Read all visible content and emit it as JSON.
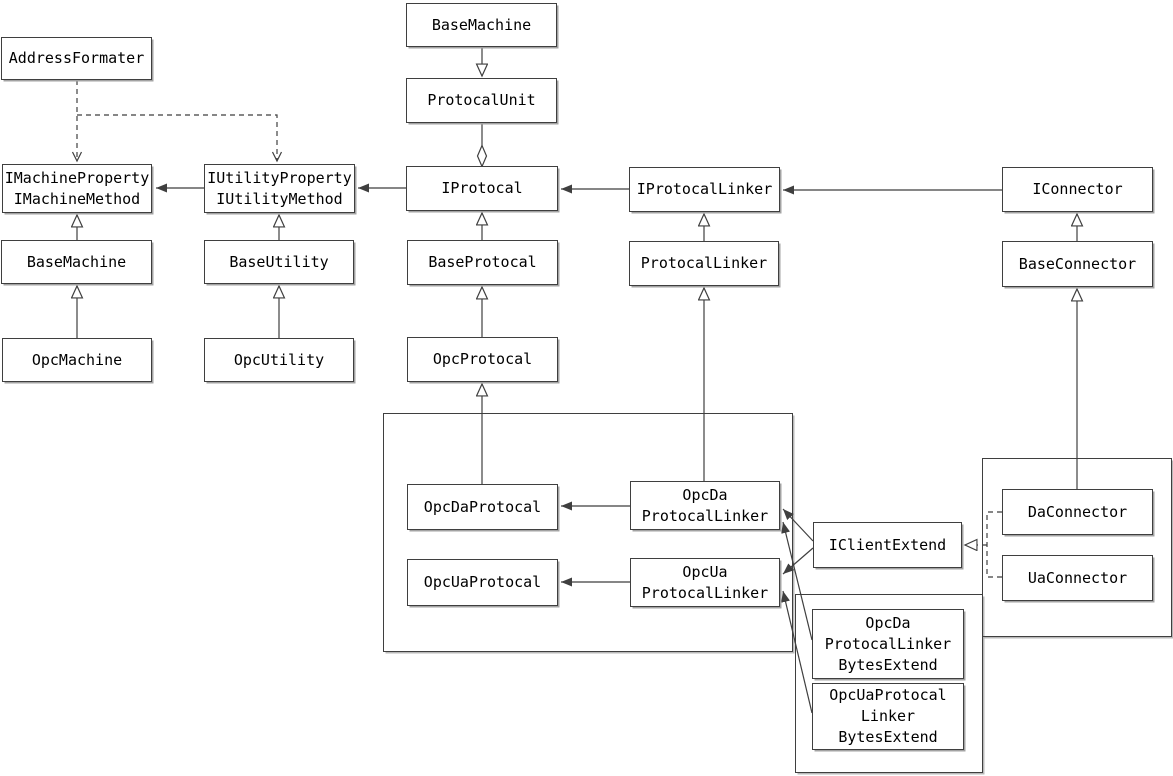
{
  "diagram": {
    "type": "uml-class-diagram",
    "colors": {
      "background": "#ffffff",
      "line": "#3f3f3f",
      "box_fill": "#ffffff",
      "box_border": "#3f3f3f",
      "shadow": "#a3a3a3"
    },
    "nodes": {
      "addressformater": "AddressFormater",
      "imachineproperty": "IMachineProperty\nIMachineMethod",
      "iutilityproperty": "IUtilityProperty\nIUtilityMethod",
      "basemachine_top": "BaseMachine",
      "protocalunit": "ProtocalUnit",
      "iprotocal": "IProtocal",
      "iprotocallinker": "IProtocalLinker",
      "iconnector": "IConnector",
      "basemachine": "BaseMachine",
      "baseutility": "BaseUtility",
      "baseprotocal": "BaseProtocal",
      "protocallinker": "ProtocalLinker",
      "baseconnector": "BaseConnector",
      "opcmachine": "OpcMachine",
      "opcutility": "OpcUtility",
      "opcprotocal": "OpcProtocal",
      "opcdaprotocal": "OpcDaProtocal",
      "opcuaprotocal": "OpcUaProtocal",
      "opcdalinker": "OpcDa\nProtocalLinker",
      "opcualinker": "OpcUa\nProtocalLinker",
      "iclientextend": "IClientExtend",
      "daconnector": "DaConnector",
      "uaconnector": "UaConnector",
      "opcdabytes": "OpcDa\nProtocalLinker\nBytesExtend",
      "opcuabytes": "OpcUaProtocal\nLinker\nBytesExtend"
    }
  }
}
